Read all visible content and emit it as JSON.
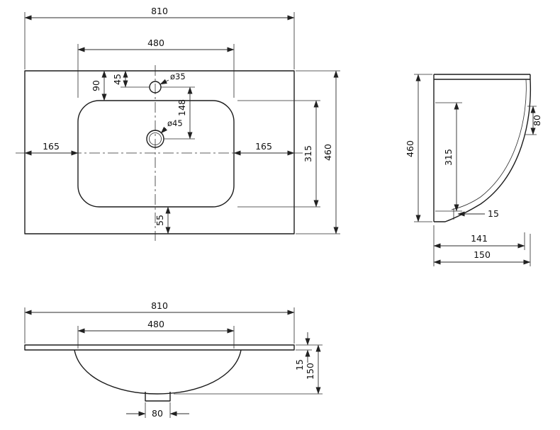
{
  "drawing": {
    "kind": "washbasin technical drawing",
    "line_color": "#1c1c1c",
    "background": "#ffffff"
  },
  "views": {
    "plan": {
      "dims": {
        "overall_width": "810",
        "bowl_width": "480",
        "top_to_bowl": "90",
        "faucet_offset": "45",
        "faucet_hole_dia": "ø35",
        "drain_hole_dia": "ø45",
        "faucet_to_drain": "148",
        "left_margin": "165",
        "right_margin": "165",
        "bowl_depth": "315",
        "overall_depth": "460",
        "bottom_margin": "55"
      }
    },
    "side": {
      "dims": {
        "overall_height": "460",
        "bowl_height": "315",
        "rim_height": "80",
        "bottom_step": "15",
        "inner_depth": "141",
        "overall_depth": "150"
      }
    },
    "front": {
      "dims": {
        "overall_width": "810",
        "bowl_width": "480",
        "slab_thickness": "15",
        "overall_height": "150",
        "drain_width": "80"
      }
    }
  }
}
